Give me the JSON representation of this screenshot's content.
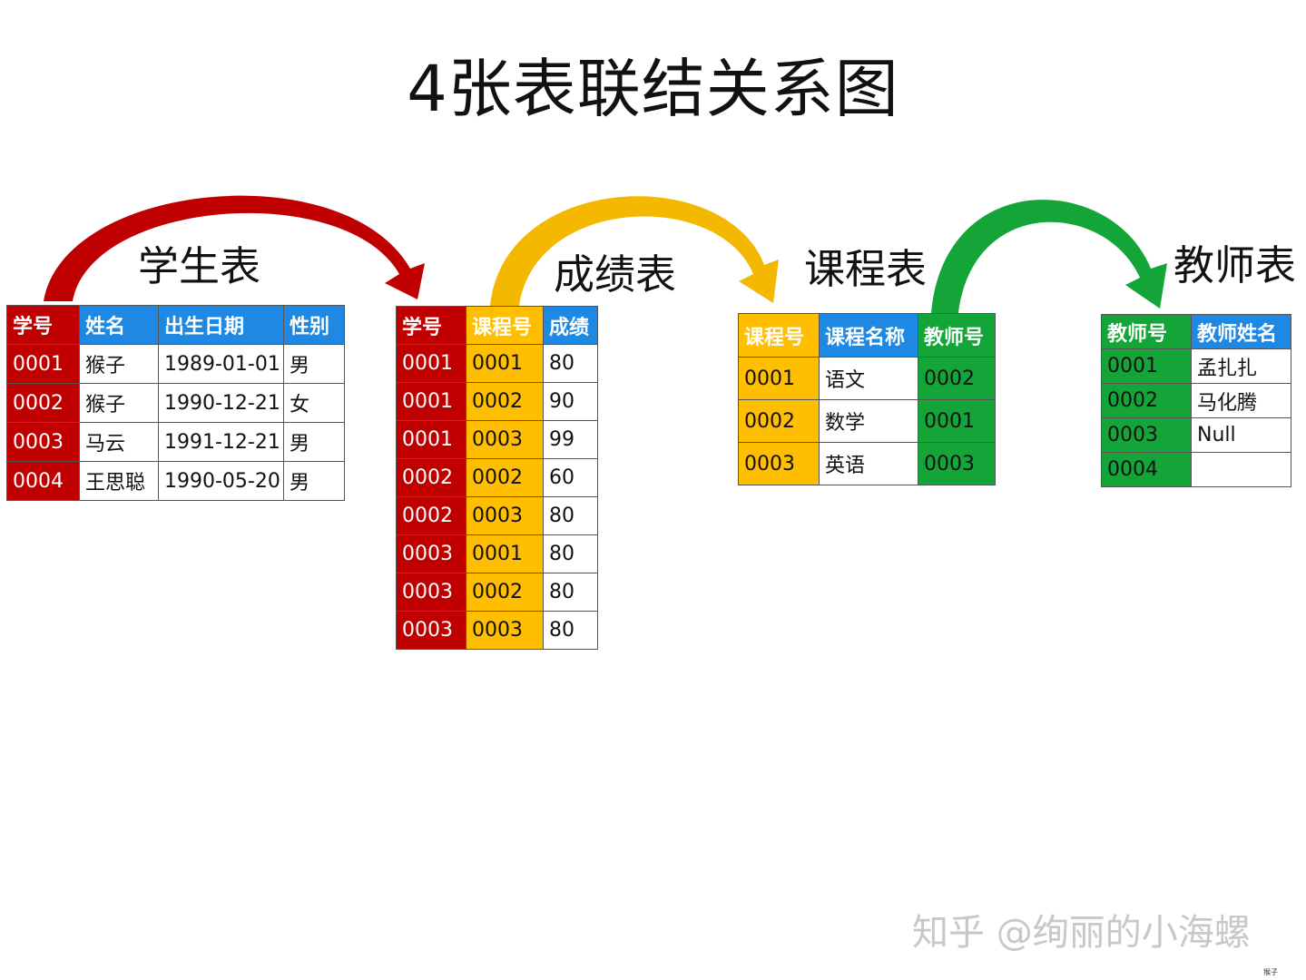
{
  "title": "4张表联结关系图",
  "labels": {
    "students": "学生表",
    "scores": "成绩表",
    "courses": "课程表",
    "teachers": "教师表"
  },
  "colors": {
    "red": "#c00000",
    "blue": "#1e88e5",
    "yellow": "#ffbf00",
    "green": "#13a538"
  },
  "students_table": {
    "headers": [
      "学号",
      "姓名",
      "出生日期",
      "性别"
    ],
    "rows": [
      [
        "0001",
        "猴子",
        "1989-01-01",
        "男"
      ],
      [
        "0002",
        "猴子",
        "1990-12-21",
        "女"
      ],
      [
        "0003",
        "马云",
        "1991-12-21",
        "男"
      ],
      [
        "0004",
        "王思聪",
        "1990-05-20",
        "男"
      ]
    ]
  },
  "scores_table": {
    "headers": [
      "学号",
      "课程号",
      "成绩"
    ],
    "rows": [
      [
        "0001",
        "0001",
        "80"
      ],
      [
        "0001",
        "0002",
        "90"
      ],
      [
        "0001",
        "0003",
        "99"
      ],
      [
        "0002",
        "0002",
        "60"
      ],
      [
        "0002",
        "0003",
        "80"
      ],
      [
        "0003",
        "0001",
        "80"
      ],
      [
        "0003",
        "0002",
        "80"
      ],
      [
        "0003",
        "0003",
        "80"
      ]
    ]
  },
  "courses_table": {
    "headers": [
      "课程号",
      "课程名称",
      "教师号"
    ],
    "rows": [
      [
        "0001",
        "语文",
        "0002"
      ],
      [
        "0002",
        "数学",
        "0001"
      ],
      [
        "0003",
        "英语",
        "0003"
      ]
    ]
  },
  "teachers_table": {
    "headers": [
      "教师号",
      "教师姓名"
    ],
    "rows": [
      [
        "0001",
        "孟扎扎"
      ],
      [
        "0002",
        "马化腾"
      ],
      [
        "0003",
        "Null"
      ],
      [
        "0004",
        ""
      ]
    ]
  },
  "watermark": "知乎 @绚丽的小海螺",
  "watermark_small": "猴子"
}
